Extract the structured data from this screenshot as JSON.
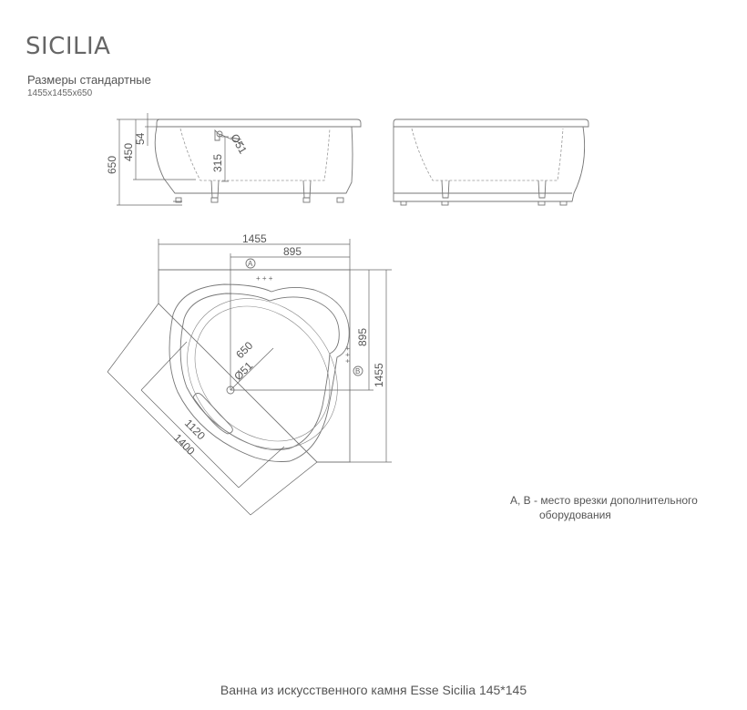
{
  "header": {
    "title": "SICILIA",
    "subtitle": "Размеры стандартные",
    "dimensions": "1455x1455x650"
  },
  "side_view_dims": {
    "total_height": "650",
    "bowl_depth": "450",
    "rim": "54",
    "drain_height": "315",
    "drain_diameter": "Ø51"
  },
  "top_view_dims": {
    "width": "1455",
    "offset_top": "895",
    "height": "1455",
    "offset_right": "895",
    "bowl_depth": "650",
    "drain_diameter": "Ø51",
    "inner_diag": "1120",
    "outer_diag": "1400",
    "marker_a": "A",
    "marker_b": "B",
    "crosses": "+ + +"
  },
  "note": {
    "line1": "A, B - место врезки дополнительного",
    "line2": "оборудования"
  },
  "caption": "Ванна из искусственного камня Esse Sicilia 145*145"
}
